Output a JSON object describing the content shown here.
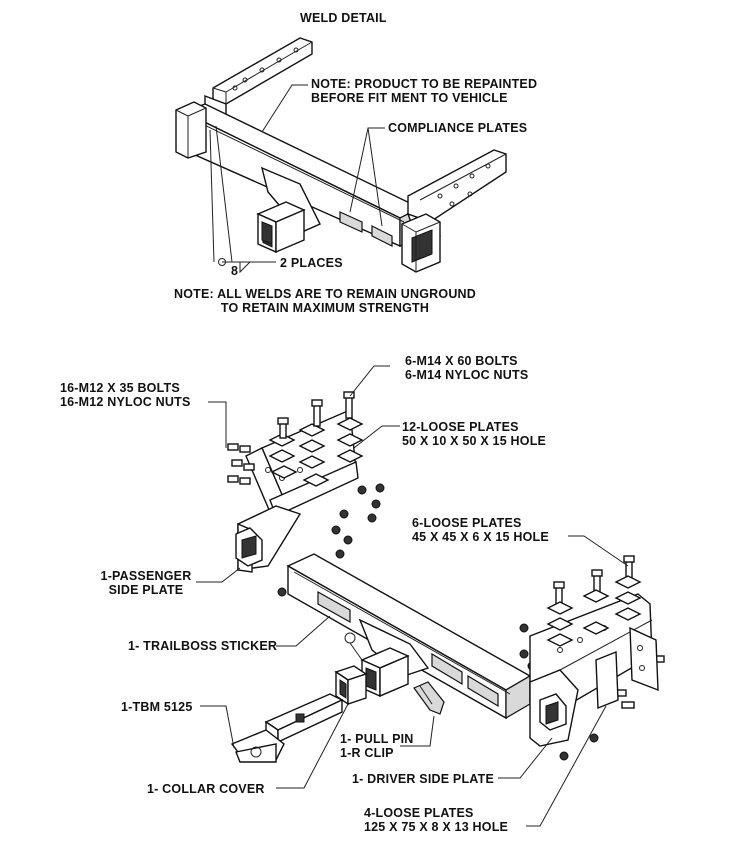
{
  "weld_detail": {
    "title": "WELD DETAIL",
    "note_repaint": [
      "NOTE: PRODUCT TO BE REPAINTED",
      "BEFORE FIT MENT TO VEHICLE"
    ],
    "compliance": "COMPLIANCE PLATES",
    "weld_size": "8",
    "places": "2 PLACES",
    "note_welds": [
      "NOTE: ALL WELDS ARE TO REMAIN UNGROUND",
      "TO RETAIN  MAXIMUM STRENGTH"
    ]
  },
  "parts": {
    "m12_bolts": [
      "16-M12 X 35 BOLTS",
      "16-M12 NYLOC NUTS"
    ],
    "m14_bolts": [
      "6-M14 X 60 BOLTS",
      "6-M14 NYLOC NUTS"
    ],
    "loose12": [
      "12-LOOSE PLATES",
      "50 X 10 X 50 X 15 HOLE"
    ],
    "loose6": [
      "6-LOOSE PLATES",
      "45 X 45 X 6 X 15 HOLE"
    ],
    "passenger": [
      "1-PASSENGER",
      "SIDE PLATE"
    ],
    "sticker": "1- TRAILBOSS STICKER",
    "tbm": "1-TBM 5125",
    "pin": [
      "1- PULL PIN",
      "1-R CLIP"
    ],
    "collar": "1- COLLAR COVER",
    "driver": "1- DRIVER SIDE PLATE",
    "loose4": [
      "4-LOOSE PLATES",
      "125 X 75 X 8 X 13 HOLE"
    ]
  }
}
